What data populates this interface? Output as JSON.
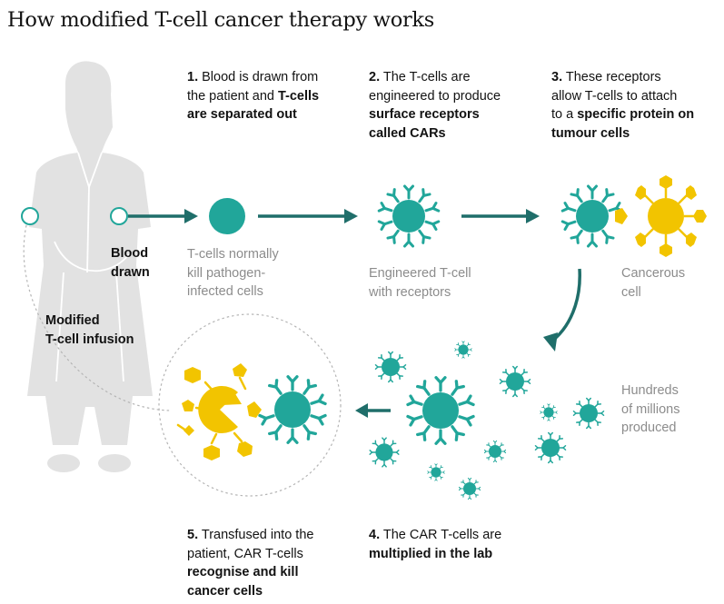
{
  "title": "How modified T-cell cancer therapy works",
  "colors": {
    "arrow": "#1f6e6a",
    "tcell": "#21a69a",
    "cancer": "#f2c400",
    "person": "#e2e2e2",
    "muted_text": "#8c8c8c"
  },
  "steps": {
    "s1": {
      "num": "1.",
      "l1": "Blood is drawn from",
      "l2a": "the patient and ",
      "l2b": "T-cells",
      "l3": "are separated out"
    },
    "s2": {
      "num": "2.",
      "l1": "The T-cells are",
      "l2": "engineered to produce",
      "l3": "surface receptors",
      "l4": "called CARs"
    },
    "s3": {
      "num": "3.",
      "l1": "These receptors",
      "l2": "allow T-cells to attach",
      "l3a": "to a ",
      "l3b": "specific protein on",
      "l4": "tumour cells"
    },
    "s4": {
      "num": "4.",
      "l1": "The CAR T-cells are",
      "l2": "multiplied in the lab"
    },
    "s5": {
      "num": "5.",
      "l1": "Transfused into the",
      "l2": "patient, CAR T-cells",
      "l3": "recognise and kill",
      "l4": "cancer cells"
    }
  },
  "labels": {
    "blood_drawn": [
      "Blood",
      "drawn"
    ],
    "infusion": [
      "Modified",
      "T-cell infusion"
    ],
    "tcells_normal": [
      "T-cells normally",
      "kill pathogen-",
      "infected cells"
    ],
    "engineered": [
      "Engineered T-cell",
      "with receptors"
    ],
    "cancerous": [
      "Cancerous",
      "cell"
    ],
    "hundreds": [
      "Hundreds",
      "of millions",
      "produced"
    ]
  }
}
